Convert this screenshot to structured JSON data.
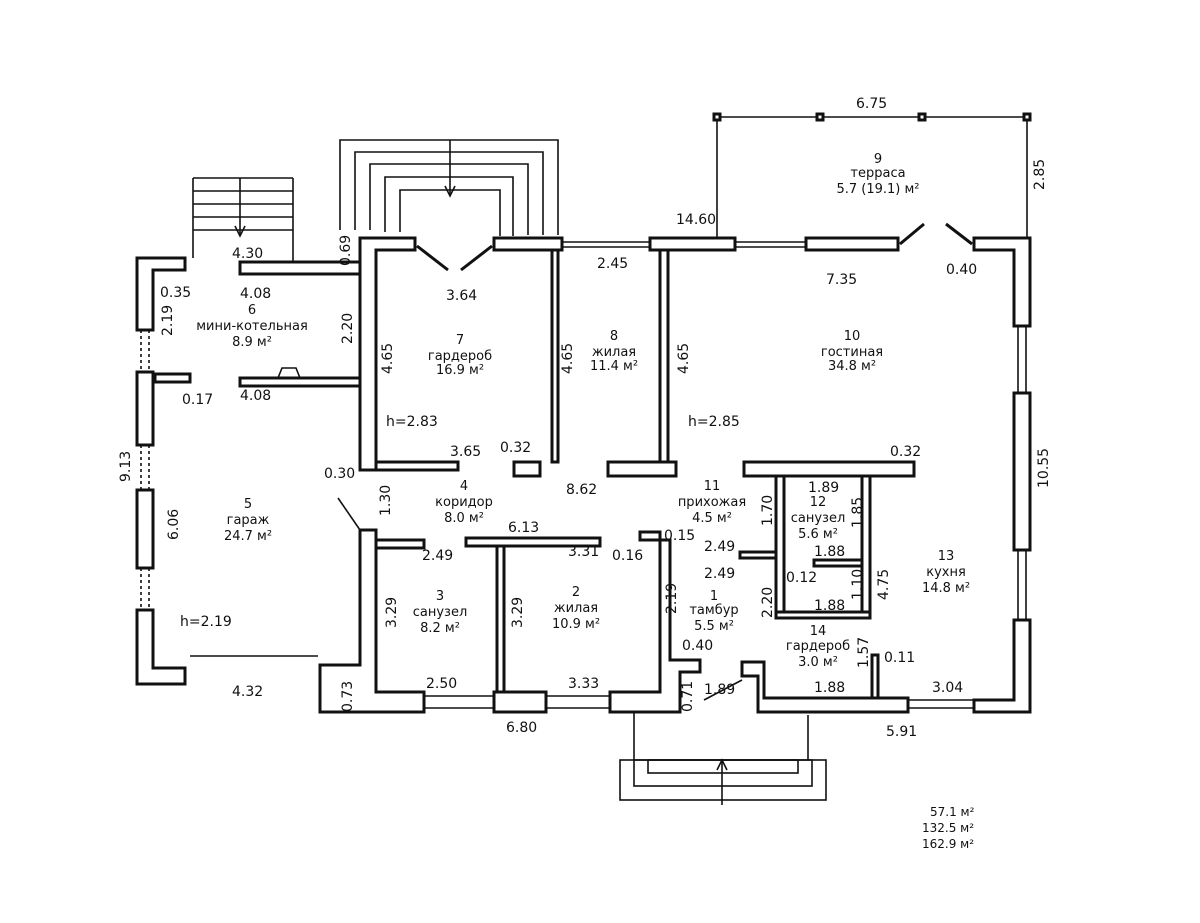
{
  "rooms": [
    {
      "num": "1",
      "name": "тамбур",
      "area": "5.5 м²"
    },
    {
      "num": "2",
      "name": "жилая",
      "area": "10.9 м²"
    },
    {
      "num": "3",
      "name": "санузел",
      "area": "8.2 м²"
    },
    {
      "num": "4",
      "name": "коридор",
      "area": "8.0 м²"
    },
    {
      "num": "5",
      "name": "гараж",
      "area": "24.7 м²"
    },
    {
      "num": "6",
      "name": "мини-котельная",
      "area": "8.9 м²"
    },
    {
      "num": "7",
      "name": "гардероб",
      "area": "16.9 м²"
    },
    {
      "num": "8",
      "name": "жилая",
      "area": "11.4 м²"
    },
    {
      "num": "9",
      "name": "терраса",
      "area": "5.7 (19.1) м²"
    },
    {
      "num": "10",
      "name": "гостиная",
      "area": "34.8 м²"
    },
    {
      "num": "11",
      "name": "прихожая",
      "area": "4.5 м²"
    },
    {
      "num": "12",
      "name": "санузел",
      "area": "5.6 м²"
    },
    {
      "num": "13",
      "name": "кухня",
      "area": "14.8 м²"
    },
    {
      "num": "14",
      "name": "гардероб",
      "area": "3.0 м²"
    }
  ],
  "heights": [
    "h=2.83",
    "h=2.85",
    "h=2.19"
  ],
  "dims": {
    "d675": "6.75",
    "d285": "2.85",
    "d1460": "14.60",
    "d430": "4.30",
    "d069": "0.69",
    "d245": "2.45",
    "d735": "7.35",
    "d040a": "0.40",
    "d408a": "4.08",
    "d035": "0.35",
    "d364": "3.64",
    "d219a": "2.19",
    "d220a": "2.20",
    "d465a": "4.65",
    "d465b": "4.65",
    "d465c": "4.65",
    "d017": "0.17",
    "d408b": "4.08",
    "d283": "h=2.83",
    "d365": "3.65",
    "d032a": "0.32",
    "d032b": "0.32",
    "d030": "0.30",
    "d913": "9.13",
    "d862": "8.62",
    "d189a": "1.89",
    "d170": "1.70",
    "d185": "1.85",
    "d1055": "10.55",
    "d130": "1.30",
    "d606": "6.06",
    "d613": "6.13",
    "d015": "0.15",
    "d249a": "2.49",
    "d331": "3.31",
    "d016": "0.16",
    "d249b": "2.49",
    "d188a": "1.88",
    "d249c": "2.49",
    "d012": "0.12",
    "d110": "1.10",
    "d475": "4.75",
    "d329a": "3.29",
    "d329b": "3.29",
    "d219b": "2.19",
    "d220b": "2.20",
    "d188b": "1.88",
    "d040b": "0.40",
    "d157": "1.57",
    "d011": "0.11",
    "d432": "4.32",
    "d073": "0.73",
    "d250": "2.50",
    "d333": "3.33",
    "d071": "0.71",
    "d189b": "1.89",
    "d188c": "1.88",
    "d304": "3.04",
    "d680": "6.80",
    "d591": "5.91"
  },
  "totals": [
    "57.1 м²",
    "132.5 м²",
    "162.9 м²"
  ]
}
